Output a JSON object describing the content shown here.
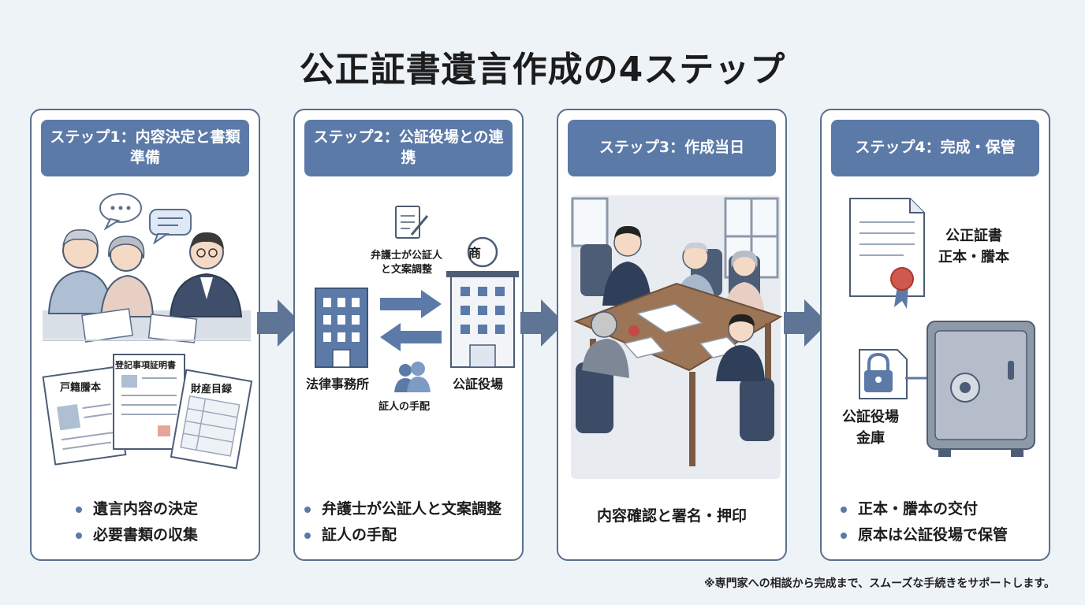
{
  "title": "公正証書遺言作成の4ステップ",
  "steps": [
    {
      "header": "ステップ1：内容決定と書類準備",
      "docs": [
        "戸籍謄本",
        "登記事項証明書",
        "財産目録"
      ],
      "bullets": [
        "遺言内容の決定",
        "必要書類の収集"
      ]
    },
    {
      "header": "ステップ2：公証役場との連携",
      "labels": {
        "law_office": "法律事務所",
        "notary_office": "公証役場",
        "coordination_line1": "弁護士が公証人",
        "coordination_line2": "と文案調整",
        "witness": "証人の手配",
        "building_sign": "商"
      },
      "bullets": [
        "弁護士が公証人と文案調整",
        "証人の手配"
      ]
    },
    {
      "header": "ステップ3：作成当日",
      "caption": "内容確認と署名・押印"
    },
    {
      "header": "ステップ4：完成・保管",
      "labels": {
        "document_line1": "公正証書",
        "document_line2": "正本・謄本",
        "safe_line1": "公証役場",
        "safe_line2": "金庫"
      },
      "bullets": [
        "正本・謄本の交付",
        "原本は公証役場で保管"
      ]
    }
  ],
  "footnote": "※専門家への相談から完成まで、スムーズな手続きをサポートします。",
  "colors": {
    "accent": "#5b7aa8",
    "border": "#5a6f8c",
    "arrow": "#5f7596",
    "background": "#eef3f8"
  }
}
